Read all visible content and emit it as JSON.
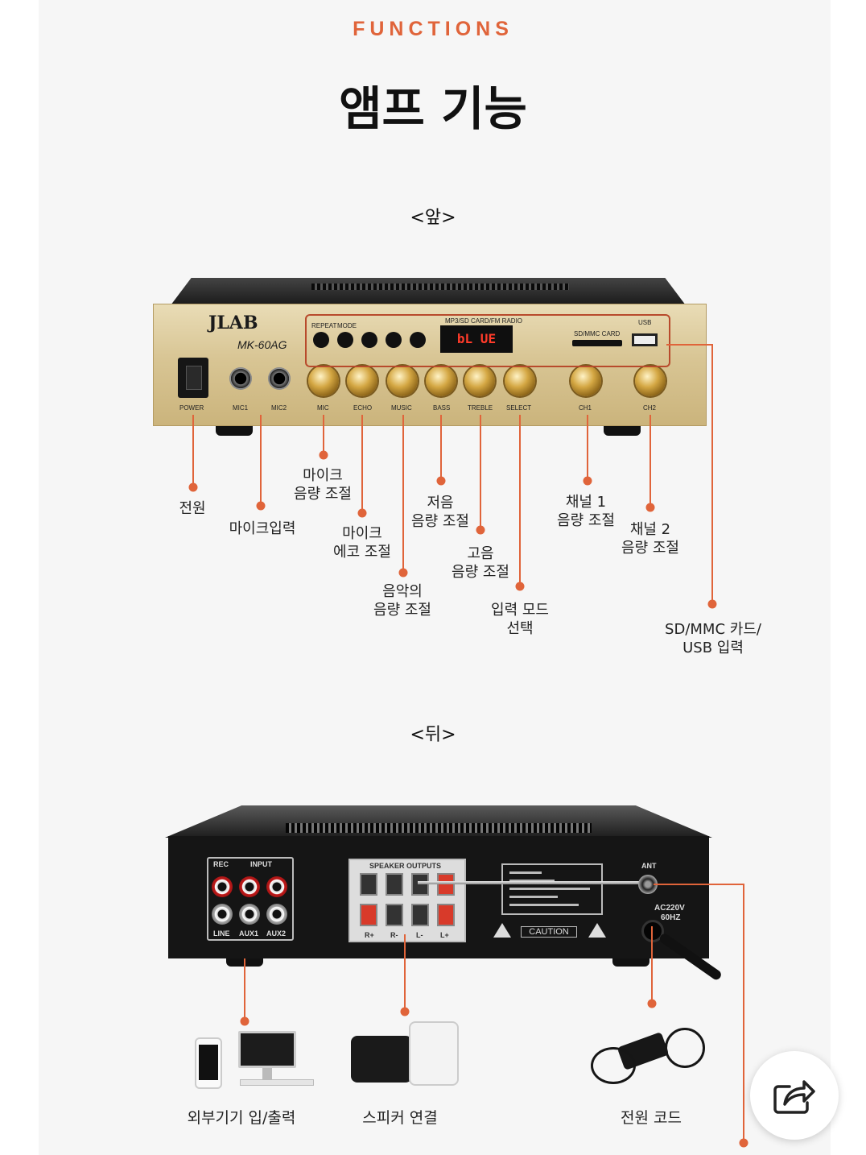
{
  "header": {
    "eyebrow": "FUNCTIONS",
    "title": "앰프 기능"
  },
  "front": {
    "section_label": "<앞>",
    "brand": "JLAB",
    "model": "MK-60AG",
    "display_text": "bL UE",
    "panel_labels": {
      "power": "POWER",
      "mic1": "MIC1",
      "mic2": "MIC2",
      "mic": "MIC",
      "echo": "ECHO",
      "music": "MUSIC",
      "bass": "BASS",
      "treble": "TREBLE",
      "select": "SELECT",
      "ch1": "CH1",
      "ch2": "CH2",
      "repeat": "REPEAT",
      "mode": "MODE",
      "mp3": "MP3/SD CARD/FM RADIO",
      "sdmmc": "SD/MMC CARD",
      "usb": "USB"
    },
    "callouts": [
      {
        "id": "power",
        "text": "전원"
      },
      {
        "id": "mic-input",
        "text": "마이크입력"
      },
      {
        "id": "mic-volume",
        "text": "마이크\n음량 조절"
      },
      {
        "id": "mic-echo",
        "text": "마이크\n에코 조절"
      },
      {
        "id": "music-volume",
        "text": "음악의\n음량 조절"
      },
      {
        "id": "bass-volume",
        "text": "저음\n음량 조절"
      },
      {
        "id": "treble-volume",
        "text": "고음\n음량 조절"
      },
      {
        "id": "input-mode",
        "text": "입력 모드\n선택"
      },
      {
        "id": "ch1-volume",
        "text": "채널 1\n음량 조절"
      },
      {
        "id": "ch2-volume",
        "text": "채널 2\n음량 조절"
      },
      {
        "id": "sd-usb-input",
        "text": "SD/MMC 카드/\nUSB 입력"
      }
    ]
  },
  "back": {
    "section_label": "<뒤>",
    "panel_labels": {
      "rec": "REC",
      "input": "INPUT",
      "line": "LINE",
      "aux1": "AUX1",
      "aux2": "AUX2",
      "speaker_outputs": "SPEAKER OUTPUTS",
      "caution": "CAUTION",
      "ant": "ANT",
      "ac": "AC220V",
      "hz": "60HZ",
      "rplus": "R+",
      "rminus": "R-",
      "lminus": "L-",
      "lplus": "L+"
    },
    "callouts": [
      {
        "id": "external-io",
        "text": "외부기기 입/출력"
      },
      {
        "id": "speaker-connection",
        "text": "스피커 연결"
      },
      {
        "id": "power-cord",
        "text": "전원 코드"
      }
    ]
  },
  "colors": {
    "accent": "#e0643a",
    "page_bg": "#f6f6f6"
  },
  "icons": {
    "share": "share-icon"
  }
}
